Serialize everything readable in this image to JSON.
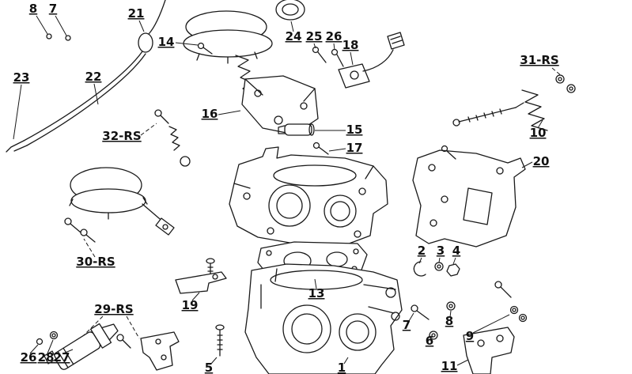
{
  "diagram": {
    "type": "exploded-parts-diagram",
    "subject": "carburetor assembly line drawing",
    "background_color": "#ffffff",
    "ink_color": "#1a1a1a",
    "labels": [
      {
        "id": "callout-8-top",
        "text": "8"
      },
      {
        "id": "callout-7-top",
        "text": "7"
      },
      {
        "id": "callout-21",
        "text": "21"
      },
      {
        "id": "callout-14",
        "text": "14"
      },
      {
        "id": "callout-24",
        "text": "24"
      },
      {
        "id": "callout-25",
        "text": "25"
      },
      {
        "id": "callout-26-top",
        "text": "26"
      },
      {
        "id": "callout-18",
        "text": "18"
      },
      {
        "id": "callout-23",
        "text": "23"
      },
      {
        "id": "callout-22",
        "text": "22"
      },
      {
        "id": "callout-31-rs",
        "text": "31-RS"
      },
      {
        "id": "callout-16",
        "text": "16"
      },
      {
        "id": "callout-32-rs",
        "text": "32-RS"
      },
      {
        "id": "callout-15",
        "text": "15"
      },
      {
        "id": "callout-17",
        "text": "17"
      },
      {
        "id": "callout-10",
        "text": "10"
      },
      {
        "id": "callout-20",
        "text": "20"
      },
      {
        "id": "callout-30-rs",
        "text": "30-RS"
      },
      {
        "id": "callout-13",
        "text": "13"
      },
      {
        "id": "callout-19",
        "text": "19"
      },
      {
        "id": "callout-2",
        "text": "2"
      },
      {
        "id": "callout-3",
        "text": "3"
      },
      {
        "id": "callout-4",
        "text": "4"
      },
      {
        "id": "callout-29-rs",
        "text": "29-RS"
      },
      {
        "id": "callout-7-bottom",
        "text": "7"
      },
      {
        "id": "callout-8-bottom",
        "text": "8"
      },
      {
        "id": "callout-9",
        "text": "9"
      },
      {
        "id": "callout-6",
        "text": "6"
      },
      {
        "id": "callout-26-bottom",
        "text": "26"
      },
      {
        "id": "callout-28",
        "text": "28"
      },
      {
        "id": "callout-27",
        "text": "27"
      },
      {
        "id": "callout-5",
        "text": "5"
      },
      {
        "id": "callout-1",
        "text": "1"
      },
      {
        "id": "callout-11",
        "text": "11"
      }
    ]
  }
}
